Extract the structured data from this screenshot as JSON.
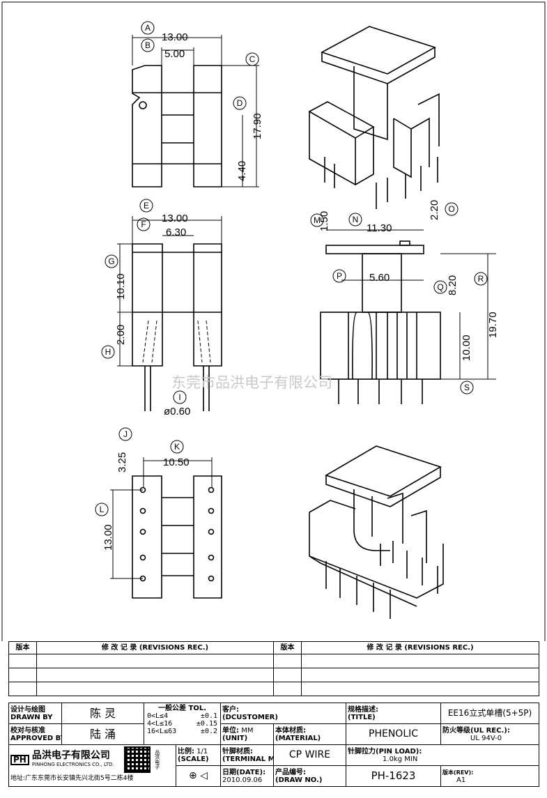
{
  "dimensions": {
    "top_width": "13.00",
    "top_inner": "5.00",
    "top_height": "17.90",
    "top_pitch": "4.40",
    "mid_width": "13.00",
    "mid_inner": "6.30",
    "mid_upper": "10.10",
    "mid_lower": "2.00",
    "pin_dia": "ø0.60",
    "side_top": "1.50",
    "side_width": "11.30",
    "side_right": "2.20",
    "side_core": "5.60",
    "side_core_h": "8.20",
    "side_total": "19.70",
    "side_body": "10.00",
    "bot_offset": "3.25",
    "bot_width": "10.50",
    "bot_pitch": "13.00"
  },
  "callouts": [
    "A",
    "B",
    "C",
    "D",
    "E",
    "F",
    "G",
    "H",
    "I",
    "J",
    "K",
    "L",
    "M",
    "N",
    "O",
    "P",
    "Q",
    "R",
    "S"
  ],
  "watermark": "东莞市品洪电子有限公司",
  "revisions": {
    "version_header": "版本",
    "rec_header": "修 改 记 录 (REVISIONS REC.)"
  },
  "title_block": {
    "drawn_label_cn": "设计与绘图",
    "drawn_label_en": "DRAWN BY",
    "drawn_name": "陈 灵",
    "approved_label_cn": "校对与核准",
    "approved_label_en": "APPROVED BY",
    "approved_name": "陆 涌",
    "tol_title": "一般公差 TOL.",
    "tol_rows": [
      {
        "range": "0<L≤4",
        "value": "±0.1"
      },
      {
        "range": "4<L≤16",
        "value": "±0.15"
      },
      {
        "range": "16<L≤63",
        "value": "±0.2"
      }
    ],
    "customer_cn": "客户:",
    "customer_en": "(DCUSTOMER)",
    "customer_value": "",
    "title_cn": "规格描述:",
    "title_en": "(TITLE)",
    "title_value": "EE16立式单槽(5+5P)",
    "unit_cn": "单位:",
    "unit_en": "(UNIT)",
    "unit_value": "MM",
    "material_cn": "本体材质:",
    "material_en": "(MATERIAL)",
    "material_value": "PHENOLIC",
    "fire_label": "防火等级(UL REC.):",
    "fire_value": "UL 94V-0",
    "scale_cn": "比例:",
    "scale_en": "(SCALE)",
    "scale_value": "1/1",
    "terminal_cn": "针脚材质:",
    "terminal_en": "(TERMINAL MAT.)",
    "terminal_value": "CP WIRE",
    "pin_load_label": "针脚拉力(PIN LOAD):",
    "pin_load_value": "1.0kg MIN",
    "date_label": "日期(DATE):",
    "date_value": "2010.09.06",
    "drawno_cn": "产品编号:",
    "drawno_en": "(DRAW NO.)",
    "drawno_value": "PH-1623",
    "rev_label": "版本(REV):",
    "rev_value": "A1",
    "company_logo": "PH",
    "company_cn": "品洪电子有限公司",
    "company_en": "PINHONG ELECTRONICS CO., LTD.",
    "company_side": "品洪电子",
    "address": "地址:广东东莞市长安镇先兴北街5号二栋4楼"
  }
}
